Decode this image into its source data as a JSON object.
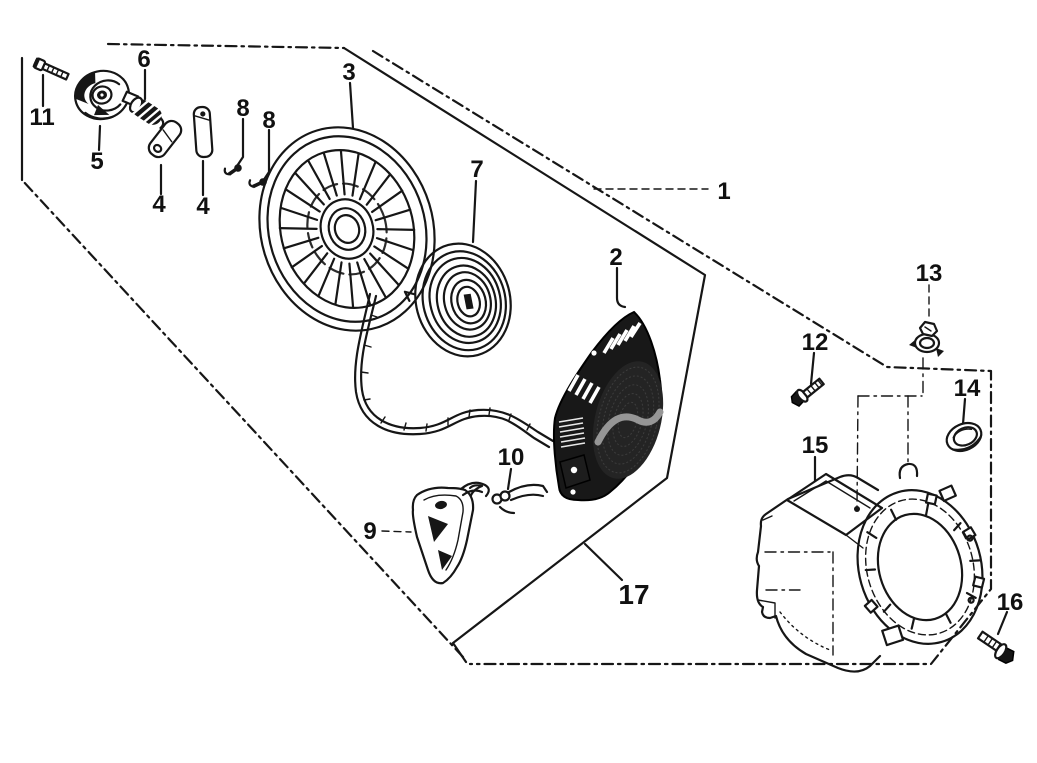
{
  "diagram": {
    "background": "#ffffff",
    "line_color": "#161616",
    "callouts": {
      "c1": "1",
      "c2": "2",
      "c3": "3",
      "c4a": "4",
      "c4b": "4",
      "c5": "5",
      "c6": "6",
      "c7": "7",
      "c8a": "8",
      "c8b": "8",
      "c9": "9",
      "c10": "10",
      "c11": "11",
      "c12": "12",
      "c13": "13",
      "c14": "14",
      "c15": "15",
      "c16": "16",
      "c17": "17"
    }
  }
}
